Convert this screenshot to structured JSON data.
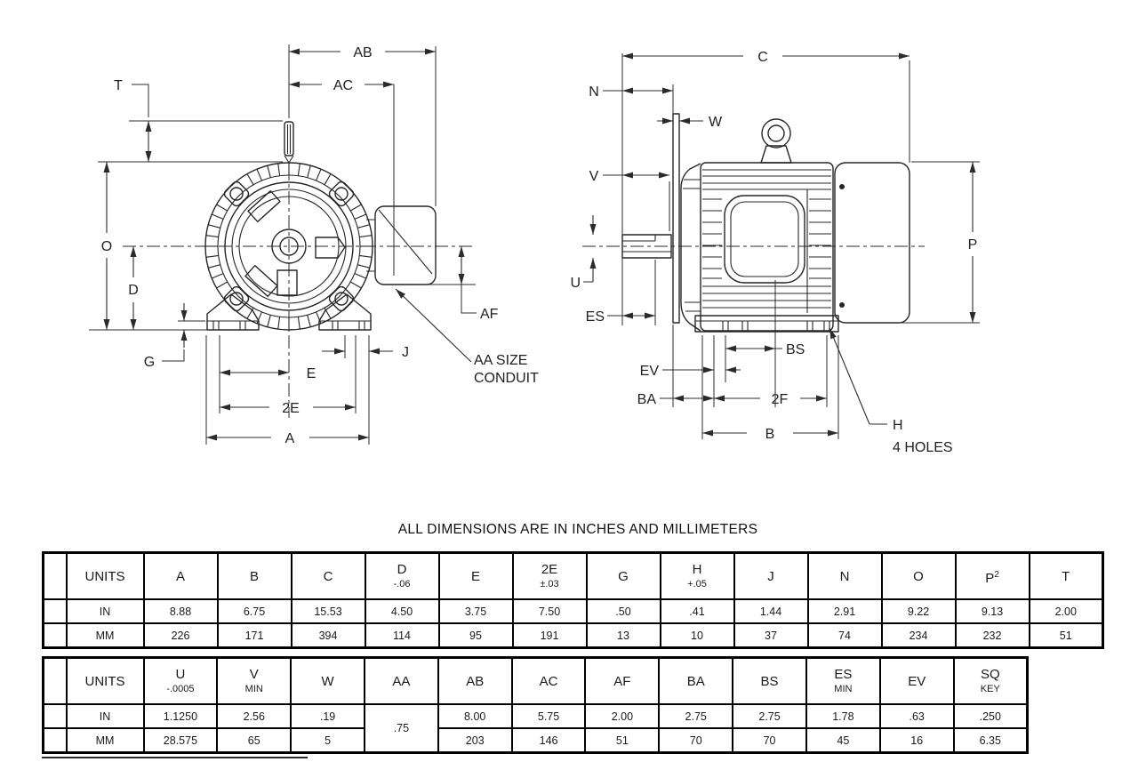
{
  "ink_color": "#262626",
  "note": "ALL DIMENSIONS ARE IN INCHES AND MILLIMETERS",
  "front_view": {
    "labels": {
      "AB": "AB",
      "AC": "AC",
      "T": "T",
      "O": "O",
      "D": "D",
      "G": "G",
      "E": "E",
      "twoE": "2E",
      "A": "A",
      "J": "J",
      "AF": "AF",
      "conduit_line1": "AA SIZE",
      "conduit_line2": "CONDUIT"
    }
  },
  "side_view": {
    "labels": {
      "C": "C",
      "N": "N",
      "W": "W",
      "V": "V",
      "U": "U",
      "ES": "ES",
      "EV": "EV",
      "BA": "BA",
      "twoF": "2F",
      "B": "B",
      "BS": "BS",
      "P": "P",
      "H": "H",
      "holes": "4 HOLES"
    }
  },
  "table1": {
    "units_label": "UNITS",
    "columns": [
      {
        "label": "A"
      },
      {
        "label": "B"
      },
      {
        "label": "C"
      },
      {
        "label": "D",
        "sub": "-.06"
      },
      {
        "label": "E"
      },
      {
        "label": "2E",
        "sub": "±.03"
      },
      {
        "label": "G"
      },
      {
        "label": "H",
        "sub": "+.05"
      },
      {
        "label": "J"
      },
      {
        "label": "N"
      },
      {
        "label": "O"
      },
      {
        "label": "P",
        "sup": "2"
      },
      {
        "label": "T"
      }
    ],
    "rows": [
      {
        "unit": "IN",
        "values": [
          "8.88",
          "6.75",
          "15.53",
          "4.50",
          "3.75",
          "7.50",
          ".50",
          ".41",
          "1.44",
          "2.91",
          "9.22",
          "9.13",
          "2.00"
        ]
      },
      {
        "unit": "MM",
        "values": [
          "226",
          "171",
          "394",
          "114",
          "95",
          "191",
          "13",
          "10",
          "37",
          "74",
          "234",
          "232",
          "51"
        ]
      }
    ]
  },
  "table2": {
    "units_label": "UNITS",
    "columns": [
      {
        "label": "U",
        "sub": "-.0005"
      },
      {
        "label": "V",
        "sub": "MIN"
      },
      {
        "label": "W"
      },
      {
        "label": "AA"
      },
      {
        "label": "AB"
      },
      {
        "label": "AC"
      },
      {
        "label": "AF"
      },
      {
        "label": "BA"
      },
      {
        "label": "BS"
      },
      {
        "label": "ES",
        "sub": "MIN"
      },
      {
        "label": "EV"
      },
      {
        "label": "SQ",
        "sub": "KEY"
      }
    ],
    "rows": [
      {
        "unit": "IN",
        "values": [
          "1.1250",
          "2.56",
          ".19",
          ".75",
          "8.00",
          "5.75",
          "2.00",
          "2.75",
          "2.75",
          "1.78",
          ".63",
          ".250"
        ]
      },
      {
        "unit": "MM",
        "values": [
          "28.575",
          "65",
          "5",
          "203",
          "146",
          "51",
          "70",
          "70",
          "45",
          "16",
          "6.35"
        ]
      }
    ]
  }
}
